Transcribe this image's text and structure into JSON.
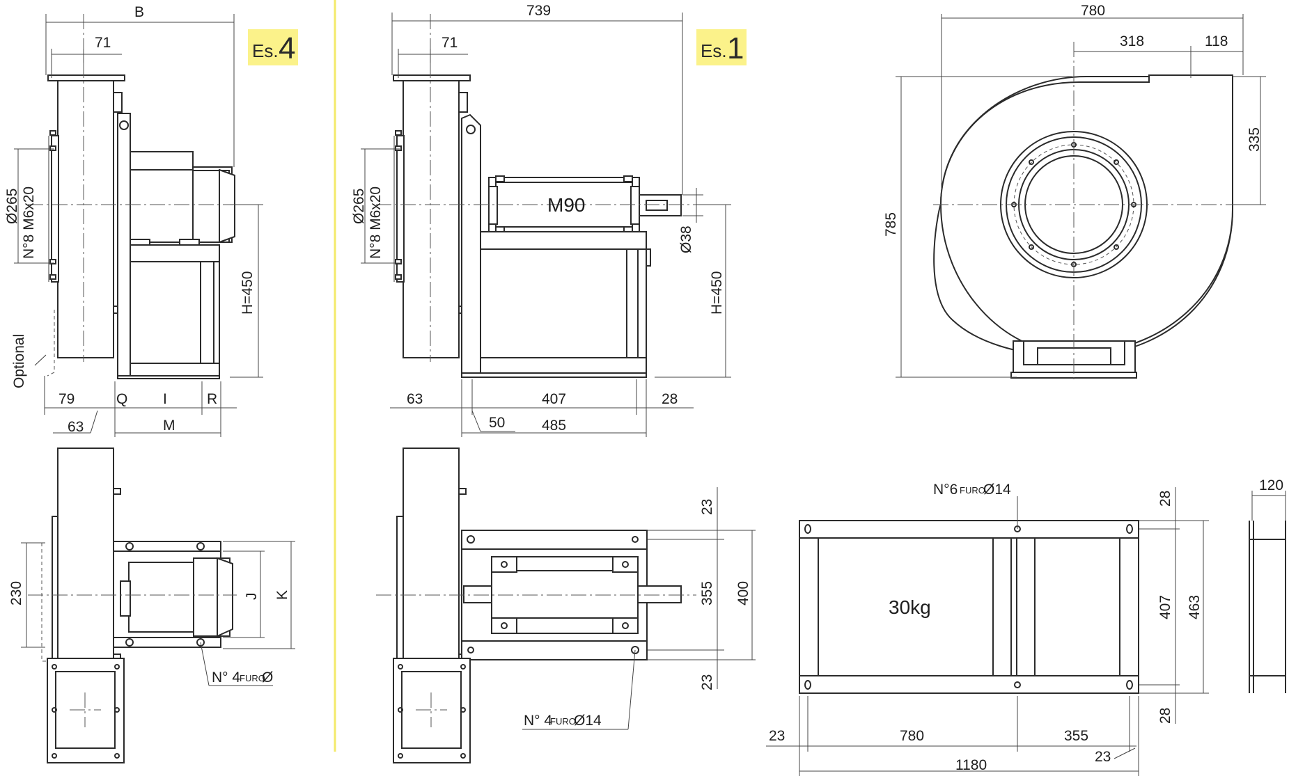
{
  "badges": {
    "left": {
      "prefix": "Es.",
      "number": "4"
    },
    "middle": {
      "prefix": "Es.",
      "number": "1"
    }
  },
  "left_view": {
    "dim_B": "B",
    "dim_71": "71",
    "dim_265": "Ø265",
    "dim_holes": "N°8 M6x20",
    "dim_H": "H=450",
    "optional": "Optional",
    "dim_79": "79",
    "dim_Q": "Q",
    "dim_I": "I",
    "dim_R": "R",
    "dim_63": "63",
    "dim_M": "M",
    "dim_230": "230",
    "dim_J": "J",
    "dim_K": "K",
    "hole_note": "N° 4",
    "hole_note_small": "FURO",
    "hole_note_end": "Ø"
  },
  "middle_view": {
    "dim_739": "739",
    "dim_71": "71",
    "dim_265": "Ø265",
    "dim_holes": "N°8 M6x20",
    "motor": "M90",
    "dim_38": "Ø38",
    "dim_H": "H=450",
    "dim_63": "63",
    "dim_407": "407",
    "dim_28": "28",
    "dim_50": "50",
    "dim_485": "485",
    "dim_23a": "23",
    "dim_355": "355",
    "dim_400": "400",
    "dim_23b": "23",
    "hole_note": "N° 4",
    "hole_note_small": "FURO",
    "hole_note_end": "Ø14"
  },
  "right_view": {
    "dim_780": "780",
    "dim_318": "318",
    "dim_118": "118",
    "dim_335": "335",
    "dim_785": "785",
    "hole_note": "N°6",
    "hole_note_small": "FURO",
    "hole_note_end": "Ø14",
    "weight": "30kg",
    "dim_28a": "28",
    "dim_407": "407",
    "dim_463": "463",
    "dim_28b": "28",
    "dim_23a": "23",
    "dim_780b": "780",
    "dim_355": "355",
    "dim_23b": "23",
    "dim_1180": "1180",
    "dim_120": "120"
  },
  "colors": {
    "badge": "#fbf28a",
    "divider": "#f3ea6a",
    "line": "#2b2b2b"
  }
}
